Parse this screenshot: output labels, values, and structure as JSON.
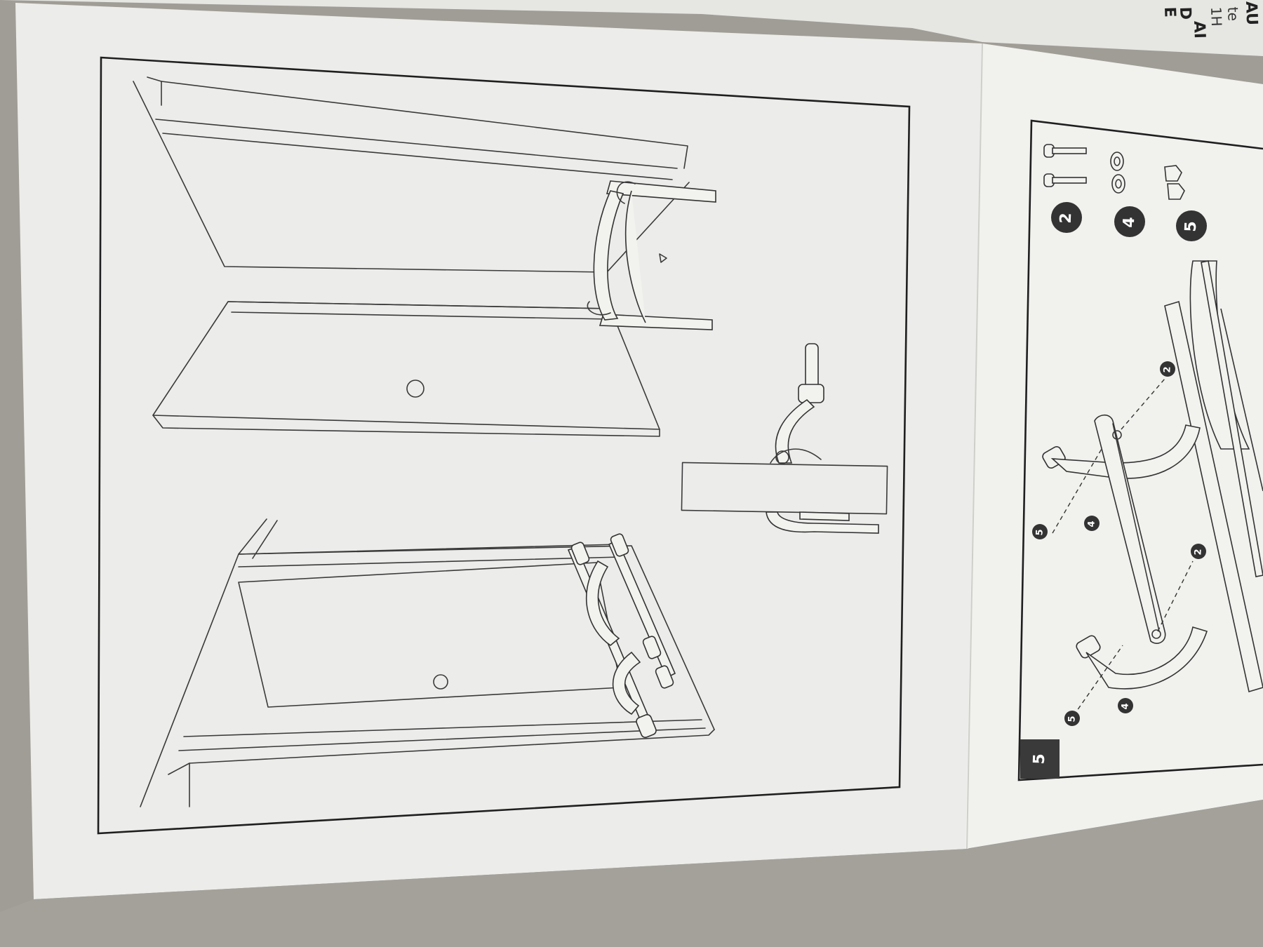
{
  "document": {
    "kind": "printed assembly instruction sheet (photographed, rotated)",
    "colors": {
      "background_table": "#9f9d95",
      "paper": "#eeeeeb",
      "ink": "#222222",
      "badge": "#3a3a3a"
    },
    "step": {
      "number": "5",
      "parts": [
        {
          "badge": "2",
          "icon": "bolt-icon",
          "count_drawn": 2
        },
        {
          "badge": "4",
          "icon": "washer-icon",
          "count_drawn": 2
        },
        {
          "badge": "5",
          "icon": "cap-nut-icon",
          "count_drawn": 2
        }
      ],
      "callouts": [
        "2",
        "2",
        "4",
        "4",
        "5",
        "5"
      ]
    },
    "right_edge_text": {
      "line1": "AI",
      "line2": "1H",
      "line3": "te",
      "line4": "E",
      "line5": "D",
      "line6": "AU"
    }
  }
}
